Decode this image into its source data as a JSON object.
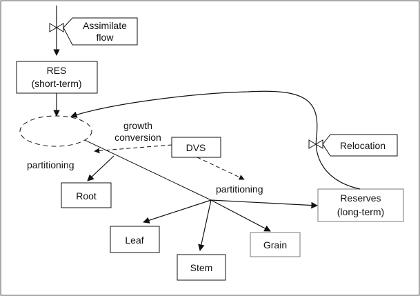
{
  "nodes": {
    "assimilate": {
      "line1": "Assimilate",
      "line2": "flow"
    },
    "res": {
      "line1": "RES",
      "line2": "(short-term)"
    },
    "dvs": {
      "label": "DVS"
    },
    "relocation": {
      "label": "Relocation"
    },
    "root": {
      "label": "Root"
    },
    "leaf": {
      "label": "Leaf"
    },
    "stem": {
      "label": "Stem"
    },
    "grain": {
      "label": "Grain"
    },
    "reserves": {
      "line1": "Reserves",
      "line2": "(long-term)"
    }
  },
  "labels": {
    "growth": "growth",
    "conversion": "conversion",
    "partitioning_left": "partitioning",
    "partitioning_mid": "partitioning"
  }
}
